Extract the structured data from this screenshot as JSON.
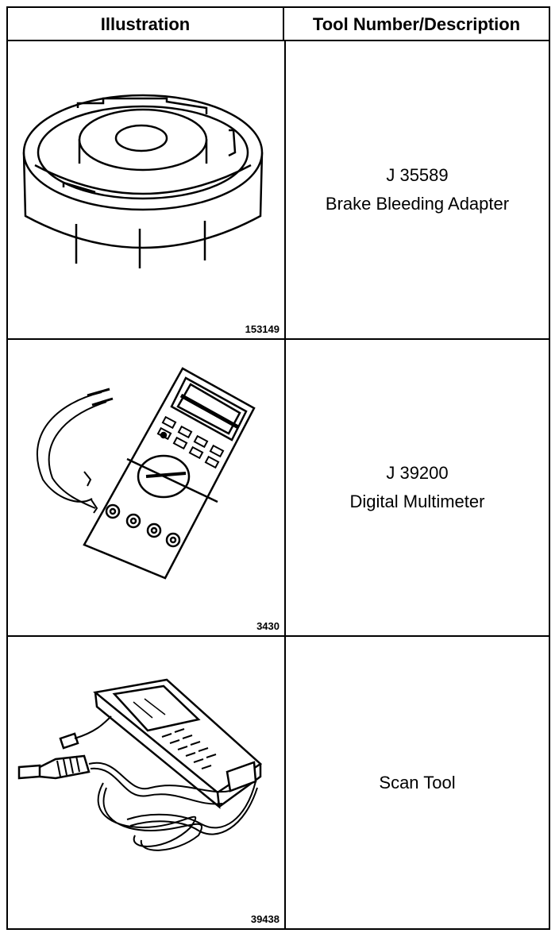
{
  "header": {
    "illustration": "Illustration",
    "tool": "Tool Number/Description"
  },
  "rows": [
    {
      "figure_number": "153149",
      "tool_number": "J 35589",
      "description": "Brake Bleeding Adapter",
      "icon": "brake-bleeding-adapter"
    },
    {
      "figure_number": "3430",
      "tool_number": "J 39200",
      "description": "Digital Multimeter",
      "icon": "digital-multimeter"
    },
    {
      "figure_number": "39438",
      "tool_number": "",
      "description": "Scan Tool",
      "icon": "scan-tool"
    }
  ]
}
